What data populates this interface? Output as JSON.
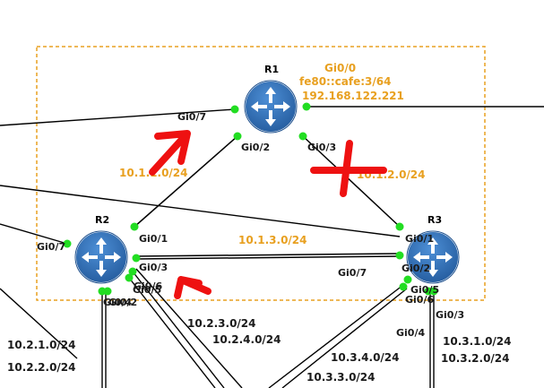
{
  "routers": {
    "r1": {
      "name": "R1"
    },
    "r2": {
      "name": "R2"
    },
    "r3": {
      "name": "R3"
    }
  },
  "r1_mgmt": {
    "interface": "Gi0/0",
    "ipv6": "fe80::cafe:3/64",
    "ipv4": "192.168.122.221"
  },
  "interfaces": {
    "r1_gi07": "Gi0/7",
    "r1_gi02": "Gi0/2",
    "r1_gi03": "Gi0/3",
    "r2_gi07": "Gi0/7",
    "r2_gi01": "Gi0/1",
    "r2_gi03": "Gi0/3",
    "r2_gi06": "Gi0/6",
    "r2_gi05": "Gi0/5",
    "r2_gi04": "Gi0/4",
    "r2_gi02": "Gi0/2",
    "r3_gi01": "Gi0/1",
    "r3_gi02": "Gi0/2",
    "r3_gi07": "Gi0/7",
    "r3_gi05": "Gi0/5",
    "r3_gi06": "Gi0/6",
    "r3_gi03": "Gi0/3",
    "r3_gi04": "Gi0/4"
  },
  "networks": {
    "r1_r2": "10.1.1.0/24",
    "r1_r3": "10.1.2.0/24",
    "r2_r3": "10.1.3.0/24"
  },
  "subnets": {
    "r2_a": "10.2.1.0/24",
    "r2_b": "10.2.2.0/24",
    "r2_c": "10.2.3.0/24",
    "r2_d": "10.2.4.0/24",
    "r3_a": "10.3.1.0/24",
    "r3_b": "10.3.2.0/24",
    "r3_c": "10.3.3.0/24",
    "r3_d": "10.3.4.0/24"
  },
  "colors": {
    "router_fill": "#2f6db5",
    "link_dot": "#22dd22",
    "area_border": "#e8a020",
    "network_label": "#e8a020",
    "annotation": "#ee1111"
  }
}
